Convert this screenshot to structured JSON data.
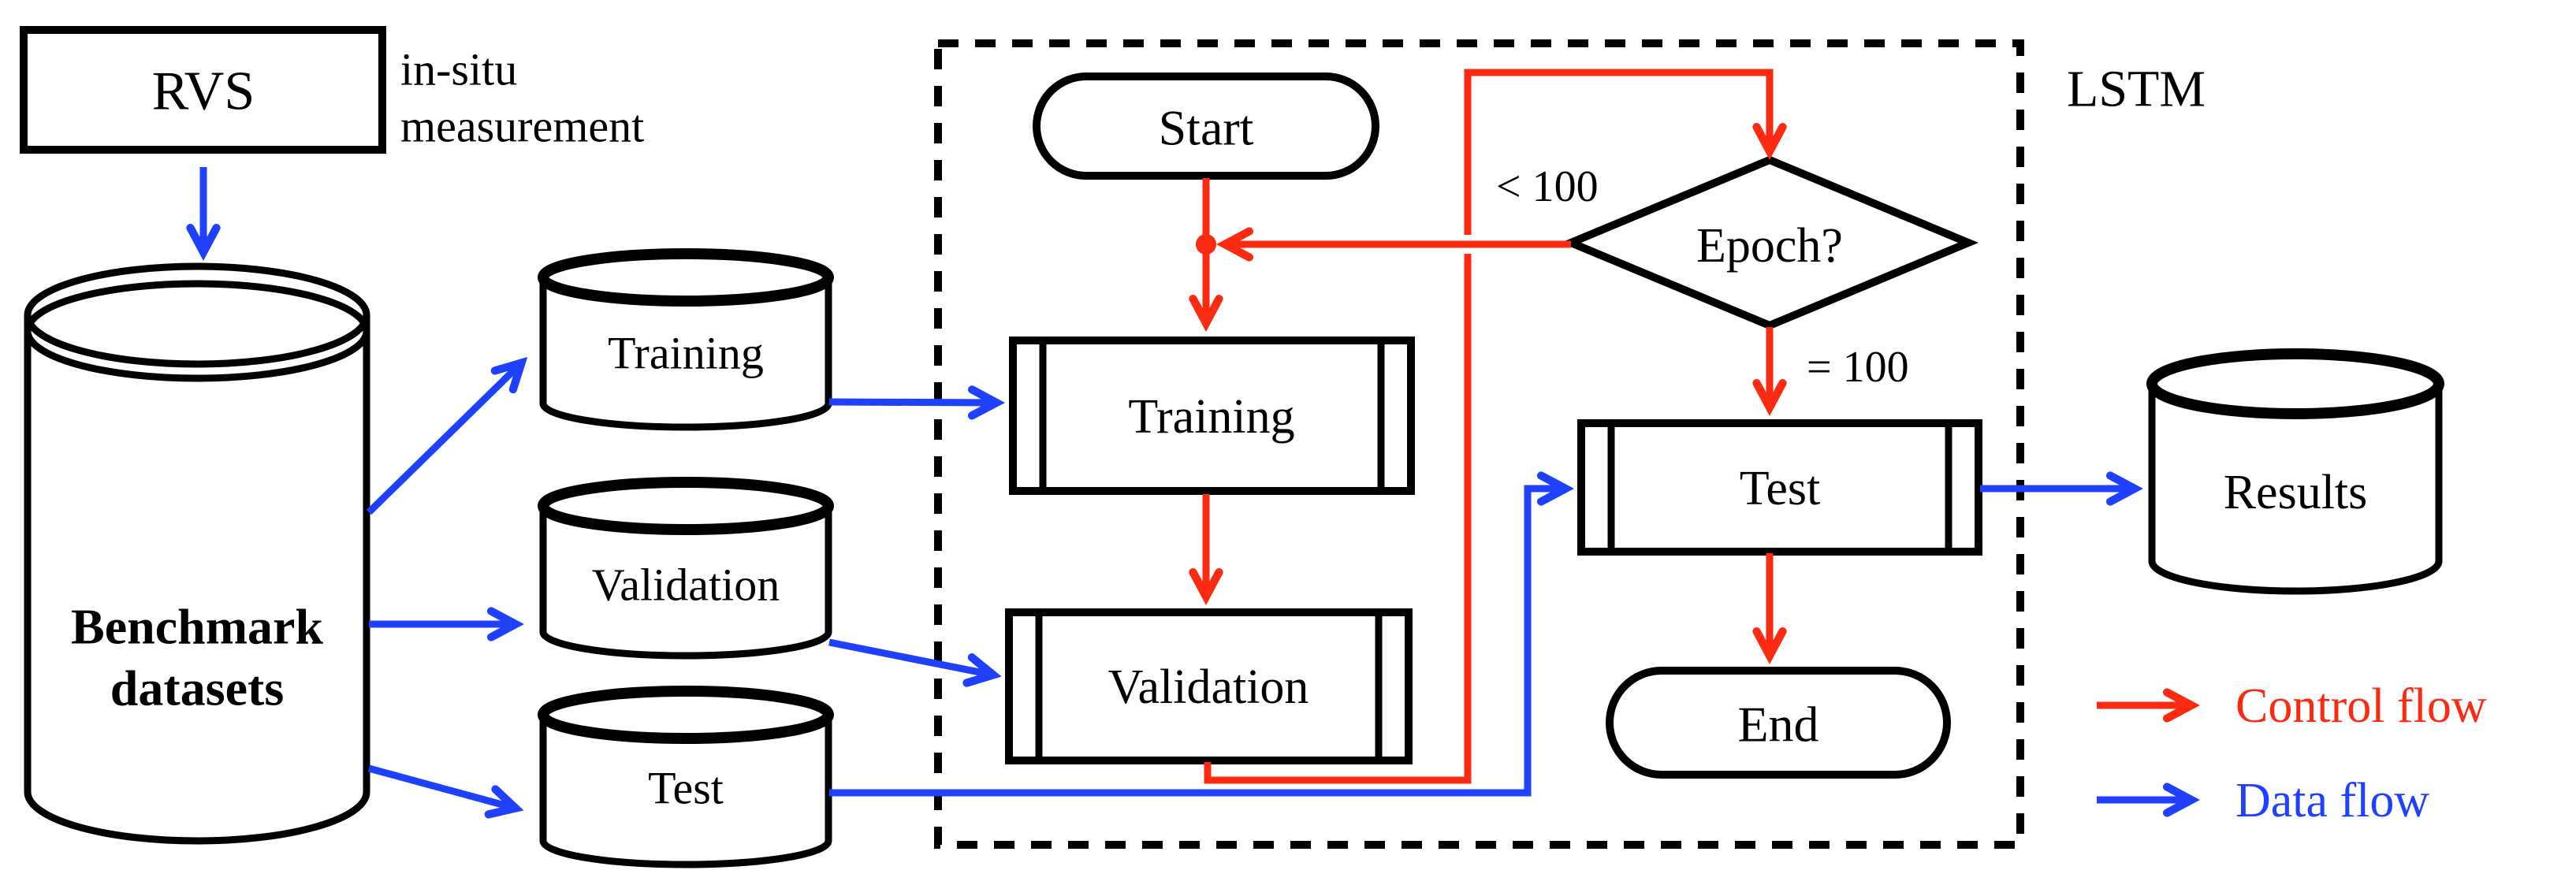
{
  "diagram": {
    "type": "flowchart",
    "group_label": "LSTM",
    "nodes": {
      "rvs": {
        "label": "RVS",
        "shape": "rectangle",
        "annotation_line1": "in-situ",
        "annotation_line2": "measurement"
      },
      "benchmark": {
        "label_line1": "Benchmark",
        "label_line2": "datasets",
        "shape": "cylinder"
      },
      "training_db": {
        "label": "Training",
        "shape": "cylinder"
      },
      "validation_db": {
        "label": "Validation",
        "shape": "cylinder"
      },
      "test_db": {
        "label": "Test",
        "shape": "cylinder"
      },
      "start": {
        "label": "Start",
        "shape": "terminator"
      },
      "training_proc": {
        "label": "Training",
        "shape": "predefined-process"
      },
      "validation_proc": {
        "label": "Validation",
        "shape": "predefined-process"
      },
      "epoch": {
        "label": "Epoch?",
        "shape": "decision"
      },
      "test_proc": {
        "label": "Test",
        "shape": "predefined-process"
      },
      "end": {
        "label": "End",
        "shape": "terminator"
      },
      "results": {
        "label": "Results",
        "shape": "cylinder"
      }
    },
    "branch_labels": {
      "less_than": "< 100",
      "equals": "= 100"
    },
    "legend": [
      {
        "label": "Control flow",
        "color": "#fb2a10"
      },
      {
        "label": "Data flow",
        "color": "#2040ff"
      }
    ],
    "colors": {
      "control_flow": "#fb2a10",
      "data_flow": "#2040ff",
      "shapes": "#000000",
      "background": "#ffffff"
    },
    "edges": [
      {
        "from": "RVS",
        "to": "Benchmark datasets",
        "type": "data"
      },
      {
        "from": "Benchmark datasets",
        "to": "Training (dataset)",
        "type": "data"
      },
      {
        "from": "Benchmark datasets",
        "to": "Validation (dataset)",
        "type": "data"
      },
      {
        "from": "Benchmark datasets",
        "to": "Test (dataset)",
        "type": "data"
      },
      {
        "from": "Training (dataset)",
        "to": "Training (LSTM)",
        "type": "data"
      },
      {
        "from": "Validation (dataset)",
        "to": "Validation (LSTM)",
        "type": "data"
      },
      {
        "from": "Test (dataset)",
        "to": "Test (LSTM)",
        "type": "data"
      },
      {
        "from": "Test (LSTM)",
        "to": "Results",
        "type": "data"
      },
      {
        "from": "Start",
        "to": "Training (LSTM)",
        "type": "control"
      },
      {
        "from": "Training (LSTM)",
        "to": "Validation (LSTM)",
        "type": "control"
      },
      {
        "from": "Validation (LSTM)",
        "to": "Epoch?",
        "type": "control"
      },
      {
        "from": "Epoch?",
        "to": "Training (LSTM)",
        "type": "control",
        "label": "< 100"
      },
      {
        "from": "Epoch?",
        "to": "Test (LSTM)",
        "type": "control",
        "label": "= 100"
      },
      {
        "from": "Test (LSTM)",
        "to": "End",
        "type": "control"
      }
    ]
  }
}
